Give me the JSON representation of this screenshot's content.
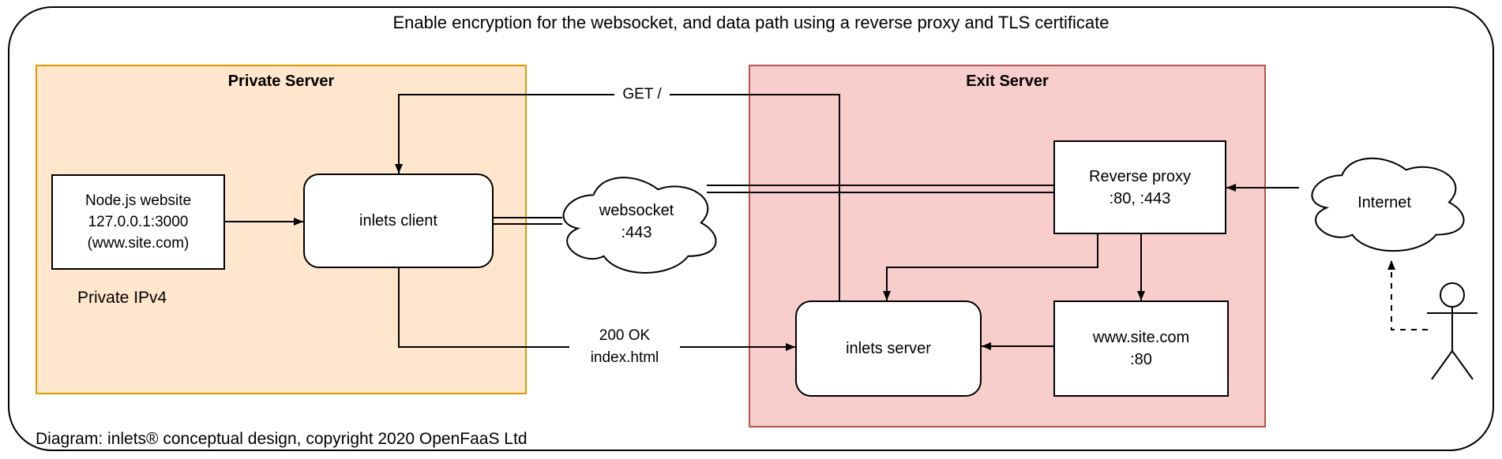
{
  "title": "Enable encryption for the websocket, and data path using a reverse proxy and TLS certificate",
  "footer": "Diagram: inlets® conceptual design, copyright 2020 OpenFaaS Ltd",
  "groups": {
    "private_server": {
      "label": "Private Server",
      "note": "Private IPv4"
    },
    "exit_server": {
      "label": "Exit Server"
    }
  },
  "nodes": {
    "node_js": {
      "line1": "Node.js website",
      "line2": "127.0.0.1:3000",
      "line3": "(www.site.com)"
    },
    "inlets_client": {
      "label": "inlets client"
    },
    "websocket_cloud": {
      "line1": "websocket",
      "line2": ":443"
    },
    "reverse_proxy": {
      "line1": "Reverse proxy",
      "line2": ":80, :443"
    },
    "inlets_server": {
      "label": "inlets server"
    },
    "www_site": {
      "line1": "www.site.com",
      "line2": ":80"
    },
    "internet_cloud": {
      "label": "Internet"
    }
  },
  "edges": {
    "get_label": "GET /",
    "ok_label_line1": "200 OK",
    "ok_label_line2": "index.html"
  },
  "colors": {
    "private_fill": "#FFE6CC",
    "private_border": "#D79B00",
    "exit_fill": "#F8CECC",
    "exit_border": "#B85450",
    "line": "#000000",
    "node_fill": "#FFFFFF"
  }
}
